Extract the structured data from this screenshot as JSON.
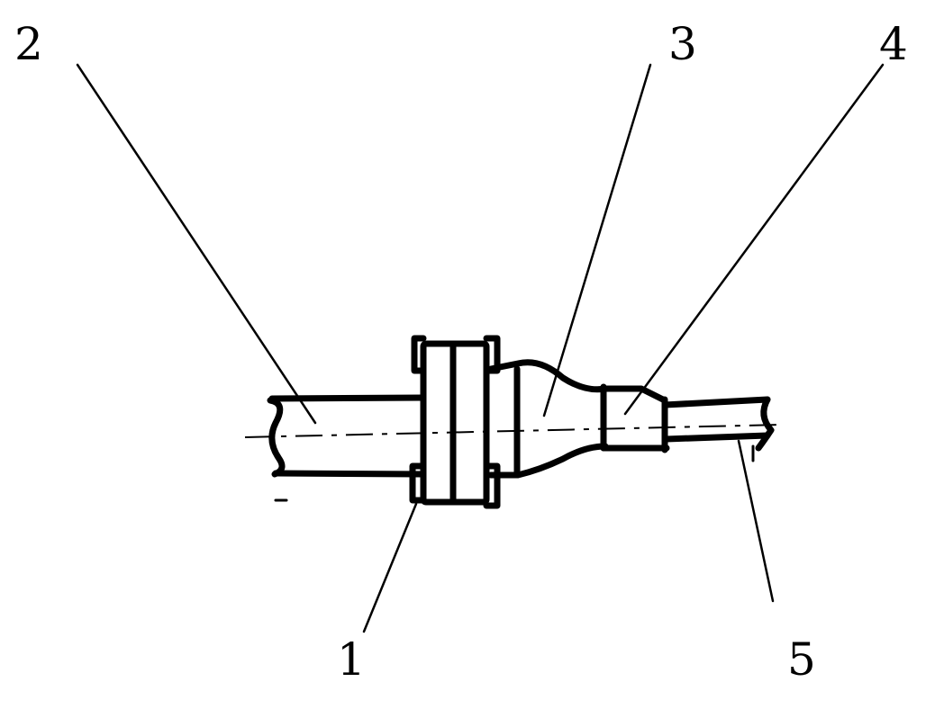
{
  "labels": {
    "part_1": "1",
    "part_2": "2",
    "part_3": "3",
    "part_4": "4",
    "part_5": "5"
  },
  "colors": {
    "ink": "#000000",
    "background": "#ffffff"
  }
}
